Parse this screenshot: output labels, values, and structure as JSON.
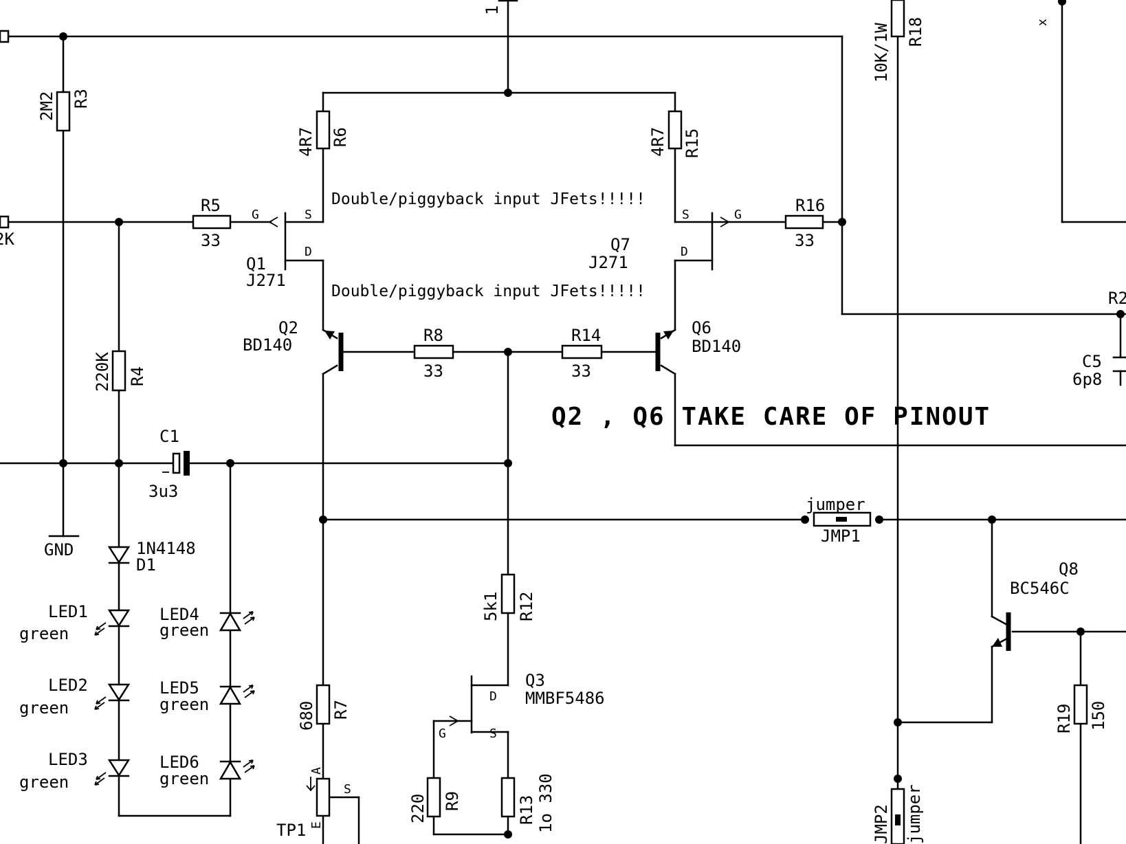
{
  "labels": {
    "r3_value": "2M2",
    "r3_name": "R3",
    "r6_value": "4R7",
    "r6_name": "R6",
    "r15_value": "4R7",
    "r15_name": "R15",
    "r18_value": "10K/1W",
    "r18_name": "R18",
    "r5_name": "R5",
    "r5_value": "33",
    "r16_name": "R16",
    "r16_value": "33",
    "r4_value": "220K",
    "r4_name": "R4",
    "r8_name": "R8",
    "r8_value": "33",
    "r14_name": "R14",
    "r14_value": "33",
    "r12_value": "5k1",
    "r12_name": "R12",
    "r7_value": "680",
    "r7_name": "R7",
    "r9_value": "220",
    "r9_name": "R9",
    "r13_name": "R13",
    "r13_value": "1o 330",
    "r19_name": "R19",
    "r19_value": "150",
    "q1_name": "Q1",
    "q1_type": "J271",
    "q7_name": "Q7",
    "q7_type": "J271",
    "q2_name": "Q2",
    "q2_type": "BD140",
    "q6_name": "Q6",
    "q6_type": "BD140",
    "q3_name": "Q3",
    "q3_type": "MMBF5486",
    "q8_name": "Q8",
    "q8_type": "BC546C",
    "c1_name": "C1",
    "c1_value": "3u3",
    "c5_name": "C5",
    "c5_value": "6p8",
    "d1_type": "1N4148",
    "d1_name": "D1",
    "gnd": "GND",
    "led1_name": "LED1",
    "led1_color": "green",
    "led2_name": "LED2",
    "led2_color": "green",
    "led3_name": "LED3",
    "led3_color": "green",
    "led4_name": "LED4",
    "led4_color": "green",
    "led5_name": "LED5",
    "led5_color": "green",
    "led6_name": "LED6",
    "led6_color": "green",
    "jmp1_top": "jumper",
    "jmp1_name": "JMP1",
    "jmp2_name": "JMP2",
    "jmp2_label": "jumper",
    "tp1_name": "TP1",
    "pin_g": "G",
    "pin_s": "S",
    "pin_d": "D",
    "pin_a": "A",
    "pin_e": "E",
    "jfet_note_1": "Double/piggyback input JFets!!!!!",
    "jfet_note_2": "Double/piggyback input JFets!!!!!",
    "pinout_note": "Q2 , Q6 TAKE CARE OF PINOUT",
    "r2k_partial": "2K",
    "r2_partial": "R2",
    "x_mark": "x",
    "top_partial": "1"
  }
}
